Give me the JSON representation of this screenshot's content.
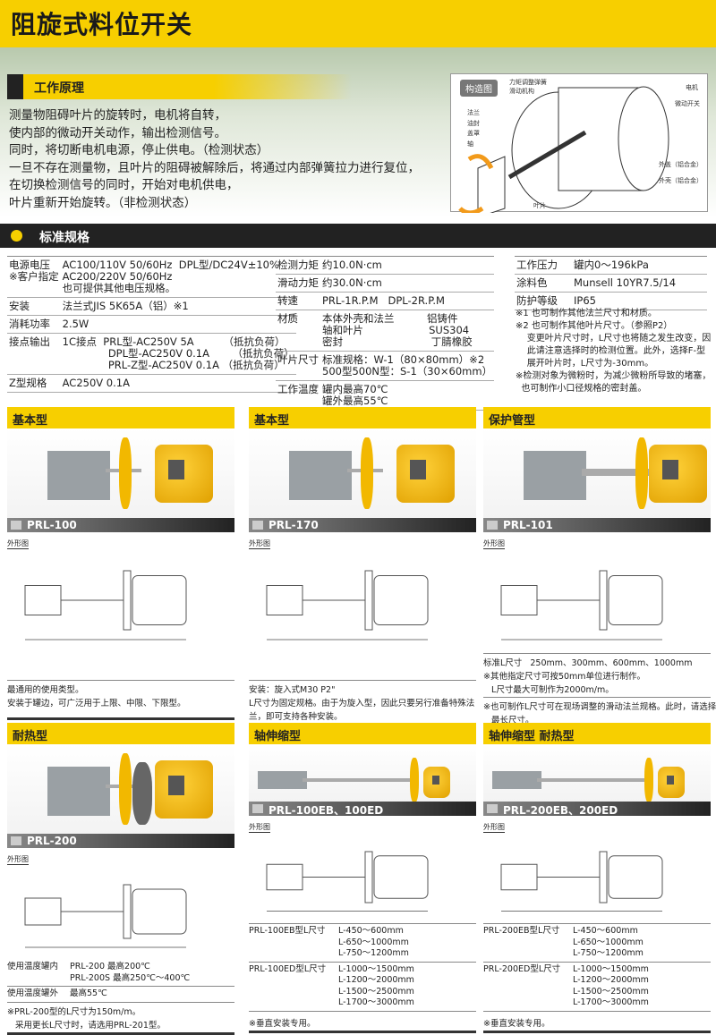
{
  "title": "阻旋式料位开关",
  "principle": {
    "heading": "工作原理",
    "lines": [
      "测量物阻碍叶片的旋转时，电机将自转，",
      "使内部的微动开关动作，输出检测信号。",
      "同时，将切断电机电源，停止供电。（检测状态）",
      "一旦不存在测量物，且叶片的阻碍被解除后，将通过内部弹簧拉力进行复位，",
      "在切换检测信号的同时，开始对电机供电，",
      "叶片重新开始旋转。（非检测状态）"
    ]
  },
  "diagram": {
    "tag": "构造图",
    "labels": [
      "力矩调整弹簧",
      "滑动机构",
      "电机",
      "微动开关",
      "法兰",
      "油封",
      "盖罩",
      "轴",
      "外盖（铝合金）",
      "外壳（铝合金）",
      "叶片"
    ]
  },
  "spec": {
    "heading": "标准规格",
    "col1": [
      [
        "电源电压\n※客户指定",
        "AC100/110V 50/60Hz  DPL型/DC24V±10%\nAC200/220V 50/60Hz\n也可提供其他电压规格。"
      ],
      [
        "安装",
        "法兰式JIS 5K65A（铝）※1"
      ],
      [
        "消耗功率",
        "2.5W"
      ],
      [
        "接点输出",
        "1C接点  PRL型-AC250V 5A         （抵抗负荷）\n              DPL型-AC250V 0.1A       （抵抗负荷）\n              PRL-Z型-AC250V 0.1A （抵抗负荷）"
      ],
      [
        "Z型规格",
        "AC250V 0.1A"
      ]
    ],
    "col2": [
      [
        "检测力矩",
        "约10.0N·cm"
      ],
      [
        "滑动力矩",
        "约30.0N·cm"
      ],
      [
        "转速",
        "PRL-1R.P.M   DPL-2R.P.M"
      ],
      [
        "材质",
        "本体外壳和法兰          铝铸件\n轴和叶片                    SUS304\n密封                           丁腈橡胶"
      ],
      [
        "叶片尺寸",
        "标准规格：W-1（80×80mm）※2\n500型500N型：S-1（30×60mm）"
      ],
      [
        "工作温度",
        "罐内最高70℃\n罐外最高55℃"
      ]
    ],
    "col3": [
      [
        "工作压力",
        "罐内0～196kPa"
      ],
      [
        "涂料色",
        "Munsell 10YR7.5/14"
      ],
      [
        "防护等级",
        "IP65"
      ]
    ],
    "notes": "※1 也可制作其他法兰尺寸和材质。\n※2 也可制作其他叶片尺寸。（参照P2）\n    变更叶片尺寸时，L尺寸也将随之发生改变，因\n    此请注意选择时的检测位置。此外，选择F-型\n    展开叶片时，L尺寸为-30mm。\n※检测对象为微粉时，为减少微粉所导致的堵塞，\n  也可制作小口径规格的密封盖。"
  },
  "outline_label": "外形图",
  "cards": [
    {
      "title": "基本型",
      "model": "PRL-100",
      "caption": "最通用的使用类型。\n安装于罐边，可广泛用于上限、中限、下限型。"
    },
    {
      "title": "基本型",
      "model": "PRL-170",
      "caption": "安装：旋入式M30 P2\"\nL尺寸为固定规格。由于为旋入型，因此只要另行准备特殊法\n兰，即可支持各种安装。"
    },
    {
      "title": "保护管型",
      "model": "PRL-101",
      "caption": "标准L尺寸   250mm、300mm、600mm、1000mm\n※其他指定尺寸可按50mm单位进行制作。\n   L尺寸最大可制作为2000m/m。",
      "caption2": "※也可制作L尺寸可在现场调整的滑动法兰规格。此时，请选择\n   最长尺寸。"
    },
    {
      "title": "耐热型",
      "model": "PRL-200",
      "temps": [
        [
          "使用温度罐内",
          "PRL-200 最高200℃\nPRL-200S 最高250℃～400℃"
        ],
        [
          "使用温度罐外",
          "最高55℃"
        ]
      ],
      "note": "※PRL-200型的L尺寸为150m/m。\n   采用更长L尺寸时，请选用PRL-201型。"
    },
    {
      "title": "轴伸缩型",
      "model": "PRL-100EB、100ED",
      "rows": [
        [
          "PRL-100EB型L尺寸",
          "L-450～600mm\nL-650～1000mm\nL-750～1200mm"
        ],
        [
          "PRL-100ED型L尺寸",
          "L-1000～1500mm\nL-1200～2000mm\nL-1500～2500mm\nL-1700～3000mm"
        ]
      ],
      "note": "※垂直安装专用。"
    },
    {
      "title": "轴伸缩型   耐热型",
      "model": "PRL-200EB、200ED",
      "rows": [
        [
          "PRL-200EB型L尺寸",
          "L-450～600mm\nL-650～1000mm\nL-750～1200mm"
        ],
        [
          "PRL-200ED型L尺寸",
          "L-1000～1500mm\nL-1200～2000mm\nL-1500～2500mm\nL-1700～3000mm"
        ]
      ],
      "note": "※垂直安装专用。"
    }
  ]
}
